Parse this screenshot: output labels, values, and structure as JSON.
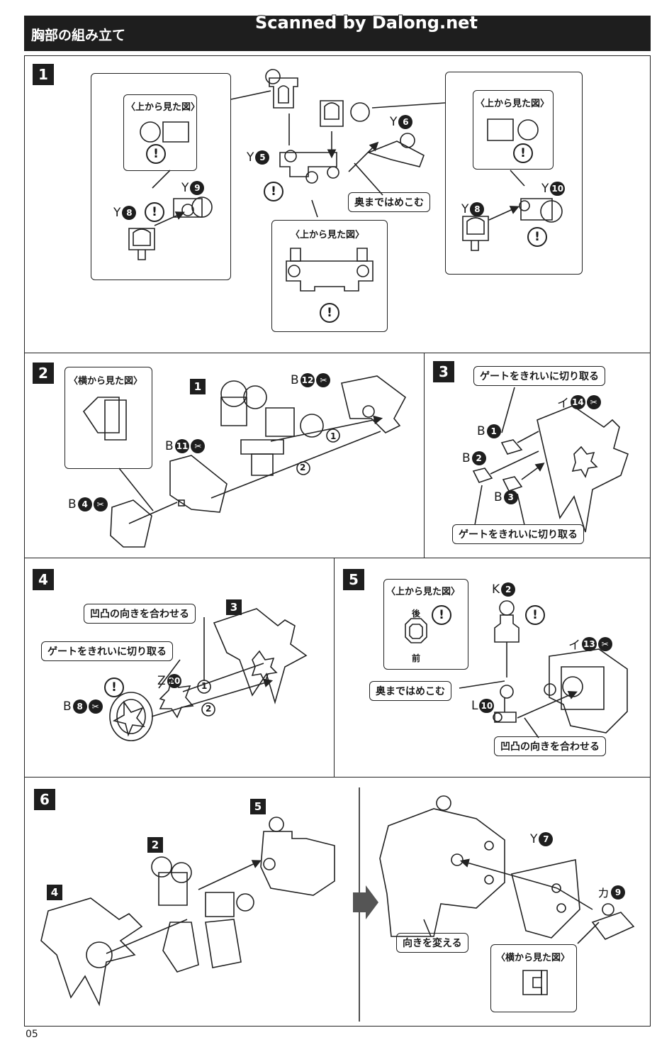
{
  "header": {
    "title": "胸部の組み立て",
    "scanner": "Scanned by Dalong.net"
  },
  "steps": {
    "s1": "1",
    "s2": "2",
    "s3": "3",
    "s4": "4",
    "s5": "5",
    "s6": "6"
  },
  "labels": {
    "top_view": "〈上から見た図〉",
    "side_view": "〈横から見た図〉",
    "push_in": "奥まではめこむ",
    "gate_cut": "ゲートをきれいに切り取る",
    "align": "凹凸の向きを合わせる",
    "turn": "向きを変える",
    "back": "後",
    "front": "前",
    "warn": "!"
  },
  "parts": {
    "y5": {
      "runner": "Y",
      "no": "5"
    },
    "y6": {
      "runner": "Y",
      "no": "6"
    },
    "y7": {
      "runner": "Y",
      "no": "7"
    },
    "y8": {
      "runner": "Y",
      "no": "8"
    },
    "y9": {
      "runner": "Y",
      "no": "9"
    },
    "y10": {
      "runner": "Y",
      "no": "10"
    },
    "b1": {
      "runner": "B",
      "no": "1"
    },
    "b2": {
      "runner": "B",
      "no": "2"
    },
    "b3": {
      "runner": "B",
      "no": "3"
    },
    "b4": {
      "runner": "B",
      "no": "4"
    },
    "b8": {
      "runner": "B",
      "no": "8"
    },
    "b11": {
      "runner": "B",
      "no": "11"
    },
    "b12": {
      "runner": "B",
      "no": "12"
    },
    "i13": {
      "runner": "イ",
      "no": "13"
    },
    "i14": {
      "runner": "イ",
      "no": "14"
    },
    "k2": {
      "runner": "K",
      "no": "2"
    },
    "l10": {
      "runner": "L",
      "no": "10"
    },
    "z20": {
      "runner": "Z",
      "no": "20"
    },
    "ka9": {
      "runner": "カ",
      "no": "9"
    }
  },
  "order": {
    "one": "1",
    "two": "2"
  },
  "refs": {
    "r1": "1",
    "r2": "2",
    "r3": "3",
    "r4": "4",
    "r5": "5"
  },
  "page_number": "05"
}
